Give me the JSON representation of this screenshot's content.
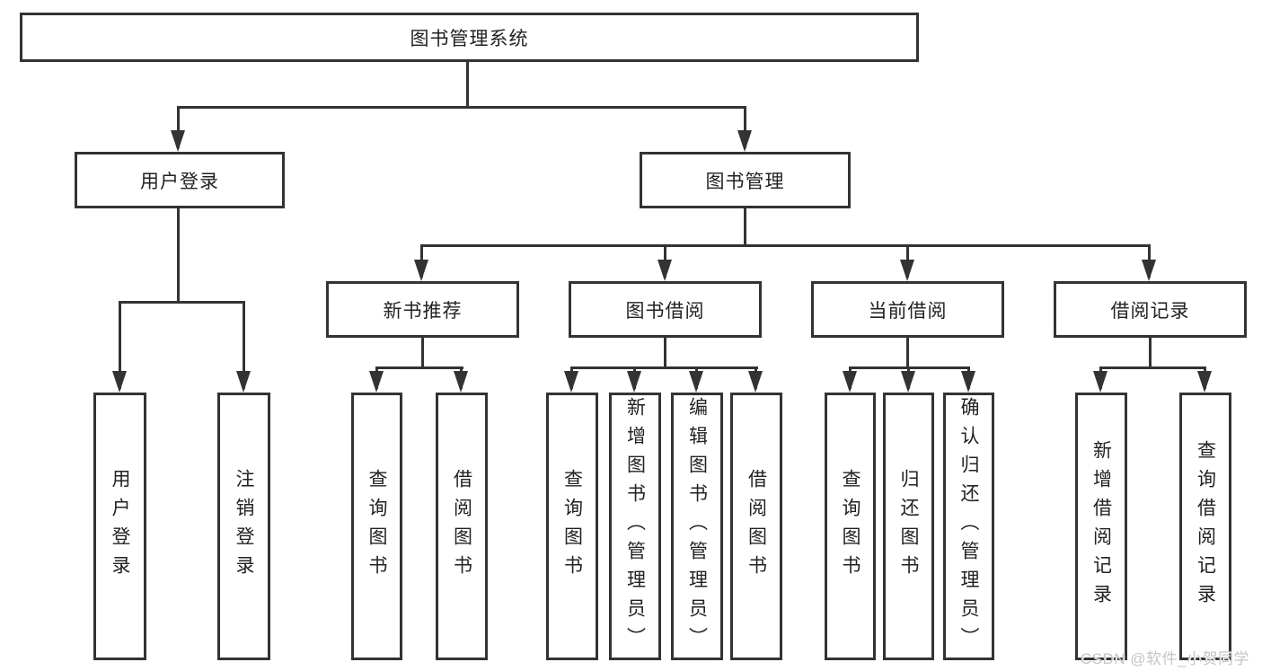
{
  "title_box": {
    "label": "图书管理系统"
  },
  "branches": {
    "user_login": {
      "label": "用户登录",
      "children": [
        {
          "label": "用户登录"
        },
        {
          "label": "注销登录"
        }
      ]
    },
    "book_management": {
      "label": "图书管理",
      "children": [
        {
          "label": "新书推荐",
          "children": [
            {
              "label": "查询图书"
            },
            {
              "label": "借阅图书"
            }
          ]
        },
        {
          "label": "图书借阅",
          "children": [
            {
              "label": "查询图书"
            },
            {
              "label": "新增图书（管理员）"
            },
            {
              "label": "编辑图书（管理员）"
            },
            {
              "label": "借阅图书"
            }
          ]
        },
        {
          "label": "当前借阅",
          "children": [
            {
              "label": "查询图书"
            },
            {
              "label": "归还图书"
            },
            {
              "label": "确认归还（管理员）"
            }
          ]
        },
        {
          "label": "借阅记录",
          "children": [
            {
              "label": "新增借阅记录"
            },
            {
              "label": "查询借阅记录"
            }
          ]
        }
      ]
    }
  },
  "watermark": {
    "text": "CSDN @软件_小贺同学"
  },
  "colors": {
    "line": "#333333",
    "text": "#222222",
    "watermark": "#c5c5c5",
    "background": "#ffffff"
  }
}
